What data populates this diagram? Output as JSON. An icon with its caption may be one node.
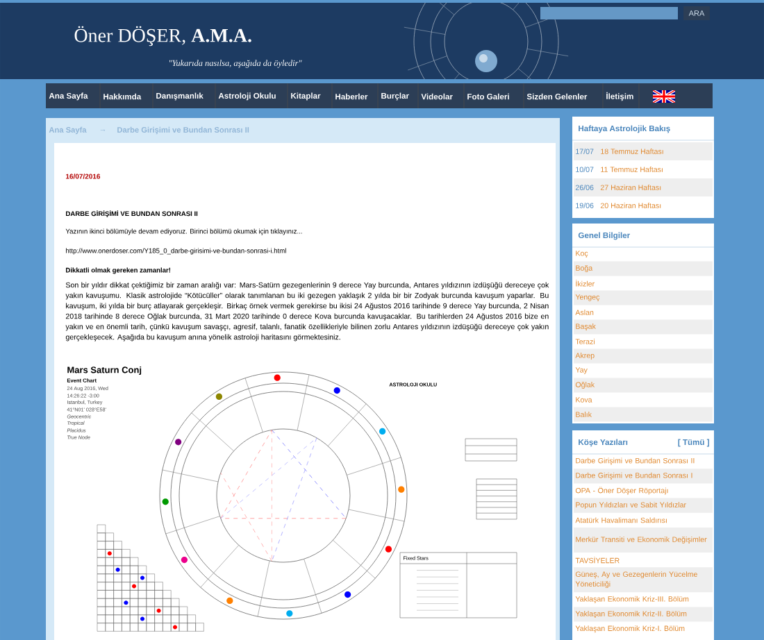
{
  "diagram": {
    "title": "Öner DÖŞER, **A.M.A.**",
    "labels": [
      "\"Yukarıda nasılsa, aşağıda da öyledir\"",
      "ARA",
      "Ana Sayfa",
      "Hakkımda",
      "Danışmanlık",
      "Astroloji Okulu",
      "Kitaplar",
      "Haberler",
      "Burçlar",
      "Videolar",
      "Foto Galeri",
      "Sizden Gelenler",
      "İletişim",
      "Ana Sayfa",
      "→",
      "Darbe Girişimi ve Bundan Sonrası II",
      "16/07/2016",
      "DARBE GİRİŞİMİ VE BUNDAN SONRASI II",
      "Yazının ikinci bölümüyle devam ediyoruz. Birinci bölümü okumak için tıklayınız...",
      "http://www.onerdoser.com/Y185_0_darbe-girisimi-ve-bundan-sonrasi-i.html",
      "Dikkatli olmak gereken zamanlar!",
      "Son bir yıldır dikkat çektiğimiz bir zaman aralığı var: Mars-Satürn gezegenlerinin 9 derece Yay burcunda, Antares yıldızının izdüşüğü dereceye çok yakın kavuşumu. Klasik astrolojide “Kötücüller” olarak tanımlanan bu iki gezegen yaklaşık 2 yılda bir bir Zodyak burcunda kavuşum yaparlar. Bu kavuşum, iki yılda bir burç atlayarak gerçekleşir. Birkaç örnek vermek gerekirse bu ikisi 24 Ağustos 2016 tarihinde 9 derece Yay burcunda, 2 Nisan 2018 tarihinde 8 derece Oğlak burcunda, 31 Mart 2020 tarihinde 0 derece Kova burcunda kavuşacaklar. Bu tarihlerden 24 Ağustos 2016 bize en yakın ve en önemli tarih, çünkü kavuşum savaşçı, agresif, talanlı, fanatik özellikleriyle bilinen zorlu Antares yıldızının izdüşüğü dereceye çok yakın gerçekleşecek. Aşağıda bu kavuşum anına yönelik astroloji haritasını görmektesiniz.",
      "Mars Saturn Conj",
      "Event Chart",
      "24 Aug 2016, Wed",
      "14:26:22 -3:00",
      "Istanbul, Turkey",
      "41°N01' 028°E58'",
      "Geocentric",
      "Tropical",
      "Placidus",
      "True Node",
      "ASTROLOJI OKULU",
      "Fixed Stars",
      "Haftaya Astrolojik Bakış",
      "17/07",
      "18 Temmuz Haftası",
      "10/07",
      "11 Temmuz Haftası",
      "26/06",
      "27 Haziran Haftası",
      "19/06",
      "20 Haziran Haftası",
      "Genel Bilgiler",
      "Koç",
      "Boğa",
      "İkizler",
      "Yengeç",
      "Aslan",
      "Başak",
      "Terazi",
      "Akrep",
      "Yay",
      "Oğlak",
      "Kova",
      "Balık",
      "Köşe Yazıları",
      "[ Tümü ]",
      "Darbe Girişimi ve Bundan Sonrası II",
      "Darbe Girişimi ve Bundan Sonrası I",
      "OPA - Öner Döşer Röportajı",
      "Popun Yıldızları ve Sabit Yıldızlar",
      "Atatürk Havalimanı Saldırısı",
      "Merkür Transiti ve Ekonomik Değişimler",
      "TAVSİYELER",
      "Güneş, Ay ve Gezegenlerin Yücelme Yöneticiliği",
      "Yaklaşan Ekonomik Kriz-III. Bölüm",
      "Yaklaşan Ekonomik Kriz-II. Bölüm",
      "Yaklaşan Ekonomik Kriz-I. Bölüm"
    ]
  }
}
